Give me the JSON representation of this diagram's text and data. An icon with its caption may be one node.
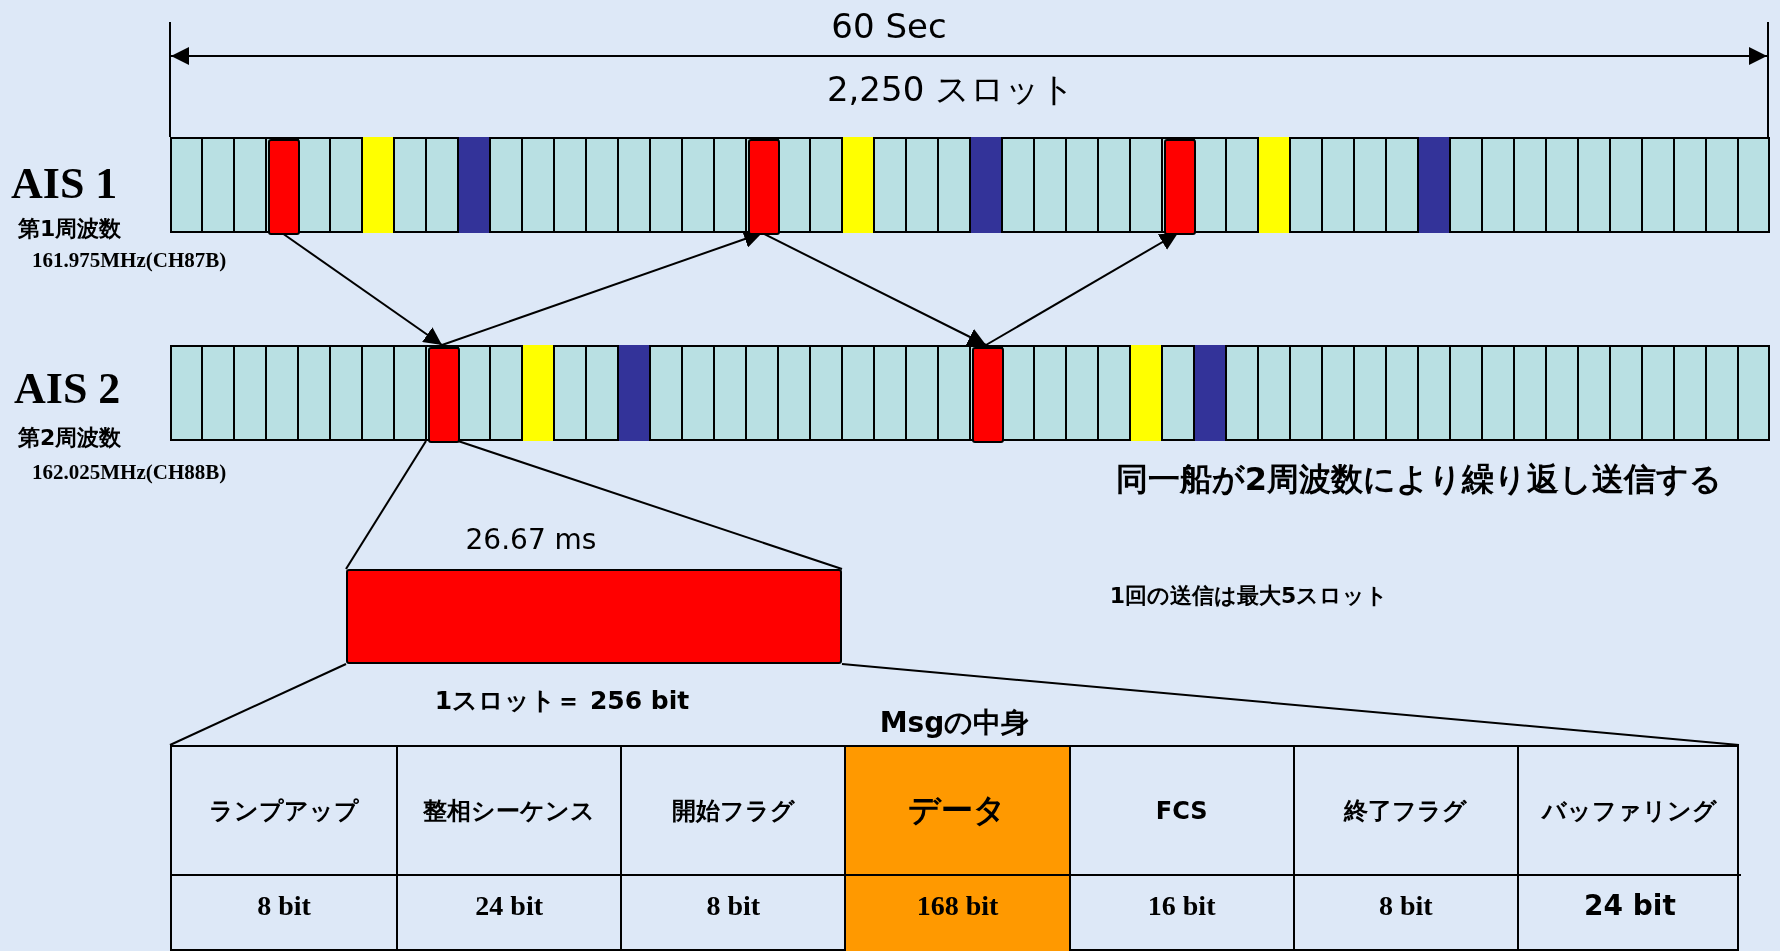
{
  "diagram": {
    "nodes": [
      {
        "text": [],
        "shape": "bar"
      },
      {
        "text": [],
        "shape": "box",
        "in": 0
      },
      {
        "text": [],
        "shape": "box",
        "in": 0
      },
      {
        "text": [],
        "shape": "box",
        "in": 0
      },
      {
        "text": [],
        "shape": "bar"
      },
      {
        "text": [],
        "shape": "box",
        "in": 4
      },
      {
        "text": [],
        "shape": "box",
        "in": 4
      },
      {
        "text": [],
        "shape": "box",
        "beside": [
          "26.67 ms",
          "1スロット＝ 256 bit"
        ]
      },
      {
        "text": [
          "Msgの中身"
        ]
      },
      {
        "text": [
          "ランプアップ"
        ],
        "in": 8
      },
      {
        "text": [
          "整相シーケンス"
        ],
        "in": 8
      },
      {
        "text": [
          "開始フラグ"
        ],
        "in": 8
      },
      {
        "text": [
          "データ"
        ],
        "in": 8
      },
      {
        "text": [
          "FCS"
        ],
        "in": 8
      },
      {
        "text": [
          "終了フラグ"
        ],
        "in": 8
      },
      {
        "text": [
          "バッファリング"
        ],
        "in": 8
      },
      {
        "text": [
          "8 bit"
        ],
        "in": 8
      },
      {
        "text": [
          "24 bit"
        ],
        "in": 8
      },
      {
        "text": [
          "8 bit"
        ],
        "in": 8
      },
      {
        "text": [
          "168 bit"
        ],
        "in": 8
      },
      {
        "text": [
          "16 bit"
        ],
        "in": 8
      },
      {
        "text": [
          "8 bit"
        ],
        "in": 8
      },
      {
        "text": [
          "24 bit"
        ],
        "in": 8
      }
    ],
    "edges": [
      {
        "from": 1,
        "to": 5,
        "arrow": "to"
      },
      {
        "from": 5,
        "to": 2,
        "arrow": "to"
      },
      {
        "from": 2,
        "to": 6,
        "arrow": "to"
      },
      {
        "from": 6,
        "to": 3,
        "arrow": "to"
      },
      {
        "from": 5,
        "to": 7,
        "arrow": "none"
      },
      {
        "from": 5,
        "to": 7,
        "arrow": "none"
      },
      {
        "from": 7,
        "to": 8,
        "arrow": "none"
      },
      {
        "from": 7,
        "to": 8,
        "arrow": "none"
      }
    ],
    "labels": [
      "60 Sec",
      "2,250 スロット",
      "AIS 1",
      "第1周波数",
      "161.975MHz(CH87B)",
      "AIS 2",
      "第2周波数",
      "162.025MHz(CH88B)",
      "同一船が2周波数により繰り返し送信する",
      "1回の送信は最大5スロット"
    ]
  }
}
